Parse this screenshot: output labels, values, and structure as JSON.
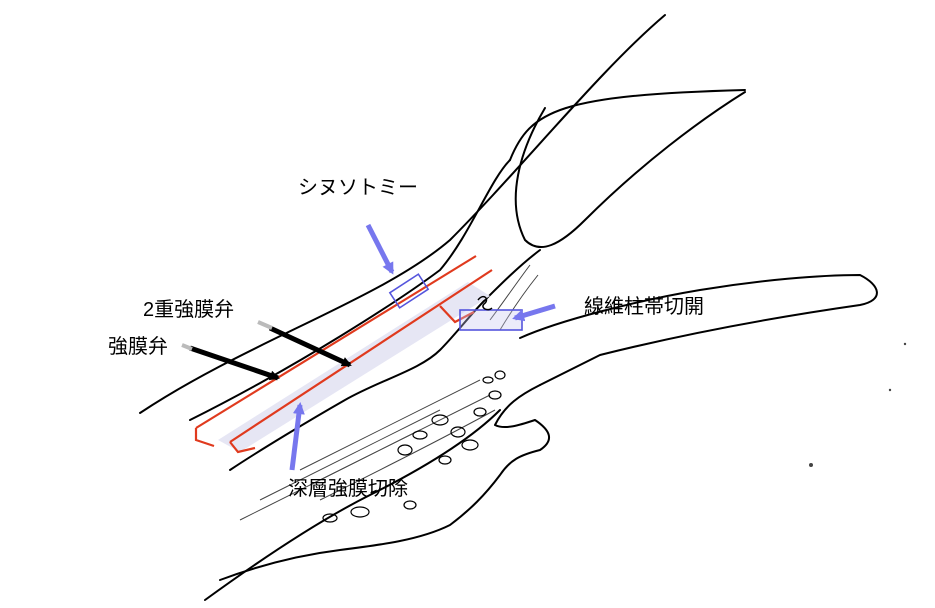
{
  "labels": {
    "synotomy": "シヌソトミー",
    "double_scleral_flap": "2重強膜弁",
    "scleral_flap": "強膜弁",
    "trabecular_incision": "線維柱帯切開",
    "deep_sclerectomy": "深層強膜切除"
  },
  "colors": {
    "line": "#000000",
    "incision": "#e03a1e",
    "arrow_blue": "#7777ee",
    "box_blue": "#5555dd",
    "band_fill": "#e6e6f4",
    "background": "#ffffff"
  }
}
